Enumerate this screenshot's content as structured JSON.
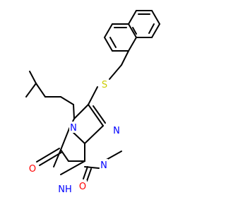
{
  "molecule": {
    "atom_labels": {
      "S": "S",
      "N7": "N",
      "N9": "N",
      "N3": "N",
      "N1": "NH",
      "O6": "O",
      "O2": "O"
    },
    "colors": {
      "bond": "#000000",
      "S": "#cccc00",
      "N": "#0000ff",
      "O": "#ff0000"
    }
  }
}
